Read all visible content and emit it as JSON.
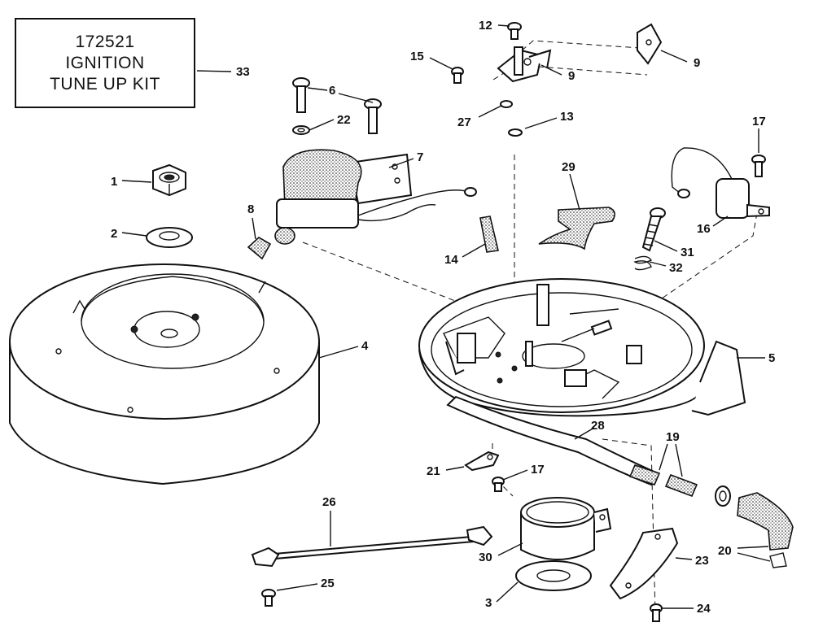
{
  "kit_box": {
    "line1": "172521",
    "line2": "IGNITION",
    "line3": "TUNE UP KIT"
  },
  "callouts": {
    "c1": "1",
    "c2": "2",
    "c3": "3",
    "c4": "4",
    "c5": "5",
    "c6": "6",
    "c7": "7",
    "c8": "8",
    "c9a": "9",
    "c9b": "9",
    "c12": "12",
    "c13": "13",
    "c14": "14",
    "c15": "15",
    "c16": "16",
    "c17a": "17",
    "c17b": "17",
    "c19": "19",
    "c20": "20",
    "c21": "21",
    "c22": "22",
    "c23": "23",
    "c24": "24",
    "c25": "25",
    "c26": "26",
    "c27": "27",
    "c28": "28",
    "c29": "29",
    "c30": "30",
    "c31": "31",
    "c32": "32",
    "c33": "33"
  }
}
